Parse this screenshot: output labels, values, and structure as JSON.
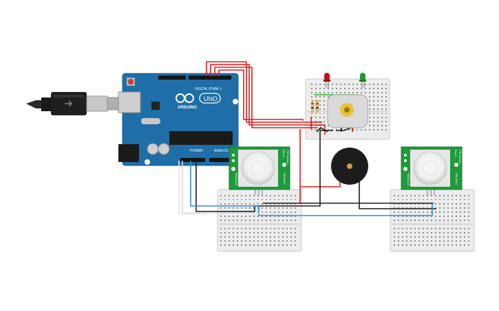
{
  "arduino": {
    "brand": "ARDUINO",
    "model": "UNO",
    "digital_label": "DIGITAL (PWM~)",
    "power_label": "POWER",
    "analog_label": "ANALOG IN"
  },
  "pir_sensors": [
    {
      "label_right": "PIR Sensor",
      "label_rev": "Rev A",
      "label_vert1": "PARALLAX",
      "label_vert2": "555-28027"
    },
    {
      "label_right": "PIR Sensor",
      "label_rev": "Rev A",
      "label_vert1": "PARALLAX",
      "label_vert2": "555-28027"
    }
  ],
  "colors": {
    "board": "#1f6ea8",
    "wire_red": "#e01a1a",
    "wire_black": "#1a1a1a",
    "wire_blue": "#2a8fd6",
    "wire_white": "#e6e6e6",
    "wire_green": "#2fb12f",
    "pir_board": "#1f9a3a",
    "led_red": "#c0141a",
    "led_green": "#1e9a2a"
  },
  "icons": [
    "usb-cable-icon",
    "led-red-icon",
    "led-green-icon",
    "motor-icon",
    "buzzer-icon",
    "resistor-icon"
  ]
}
